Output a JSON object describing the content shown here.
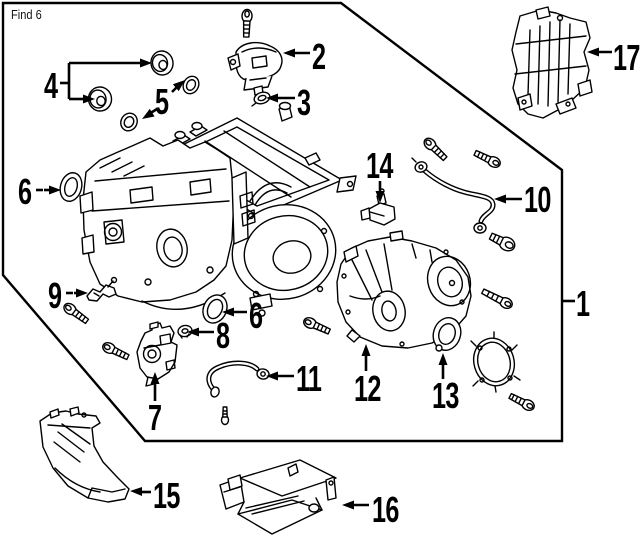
{
  "header": {
    "find_label": "Find 6"
  },
  "callouts": {
    "c1": "1",
    "c2": "2",
    "c3": "3",
    "c4": "4",
    "c5": "5",
    "c6_left": "6",
    "c6_center": "6",
    "c7": "7",
    "c8": "8",
    "c9": "9",
    "c10": "10",
    "c11": "11",
    "c12": "12",
    "c13": "13",
    "c14": "14",
    "c15": "15",
    "c16": "16",
    "c17": "17"
  },
  "colors": {
    "line": "#000000",
    "background": "#ffffff"
  }
}
